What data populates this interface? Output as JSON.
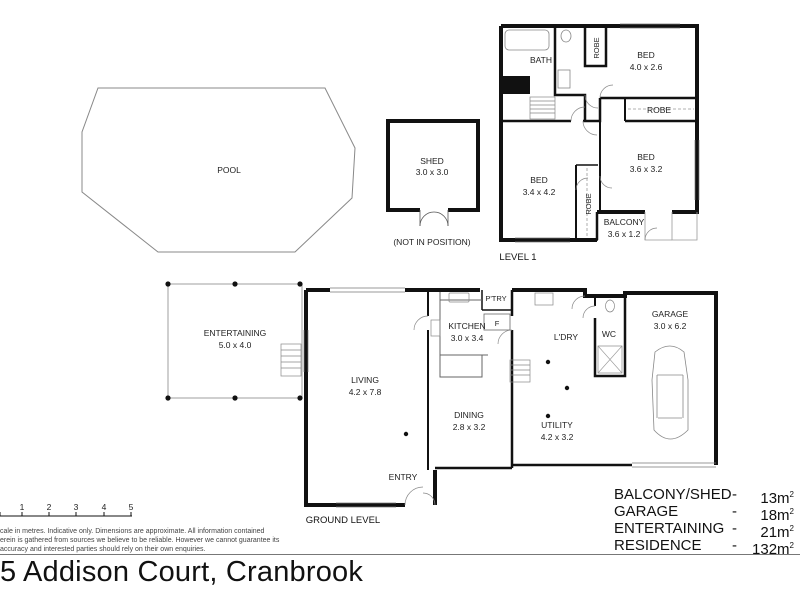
{
  "property": {
    "title": "5 Addison Court, Cranbrook"
  },
  "levels": {
    "upper": "LEVEL 1",
    "ground": "GROUND LEVEL"
  },
  "rooms": {
    "pool": {
      "name": "POOL"
    },
    "shed": {
      "name": "SHED",
      "size": "3.0 x 3.0",
      "note": "(NOT IN POSITION)"
    },
    "bath": {
      "name": "BATH"
    },
    "robe_upper": {
      "name": "ROBE"
    },
    "bed1": {
      "name": "BED",
      "size": "4.0 x 2.6"
    },
    "robe_mid": {
      "name": "ROBE"
    },
    "bed2": {
      "name": "BED",
      "size": "3.4 x 4.2"
    },
    "robe_bed2": {
      "name": "ROBE"
    },
    "bed3": {
      "name": "BED",
      "size": "3.6 x 3.2"
    },
    "balcony": {
      "name": "BALCONY",
      "size": "3.6 x 1.2"
    },
    "entertaining": {
      "name": "ENTERTAINING",
      "size": "5.0 x 4.0"
    },
    "living": {
      "name": "LIVING",
      "size": "4.2 x 7.8"
    },
    "kitchen": {
      "name": "KITCHEN",
      "size": "3.0 x 3.4"
    },
    "pantry": {
      "name": "P'TRY"
    },
    "fridge": {
      "name": "F"
    },
    "laundry": {
      "name": "L'DRY"
    },
    "wc": {
      "name": "WC"
    },
    "garage": {
      "name": "GARAGE",
      "size": "3.0 x 6.2"
    },
    "dining": {
      "name": "DINING",
      "size": "2.8 x 3.2"
    },
    "utility": {
      "name": "UTILITY",
      "size": "4.2 x 3.2"
    },
    "entry": {
      "name": "ENTRY"
    }
  },
  "scale_bar": {
    "ticks": [
      "1",
      "2",
      "3",
      "4",
      "5"
    ]
  },
  "areas": [
    {
      "name": "BALCONY/SHED",
      "dash": "-",
      "value": "13m",
      "unit_sup": "2"
    },
    {
      "name": "GARAGE",
      "dash": "-",
      "value": "18m",
      "unit_sup": "2"
    },
    {
      "name": "ENTERTAINING",
      "dash": "-",
      "value": "21m",
      "unit_sup": "2"
    },
    {
      "name": "RESIDENCE",
      "dash": "-",
      "value": "132m",
      "unit_sup": "2"
    }
  ],
  "disclaimer": "cale in metres. Indicative only. Dimensions are approximate. All information contained\nerein is gathered from sources we believe to be reliable. However we cannot guarantee its\naccuracy and interested parties should rely on their own enquiries."
}
